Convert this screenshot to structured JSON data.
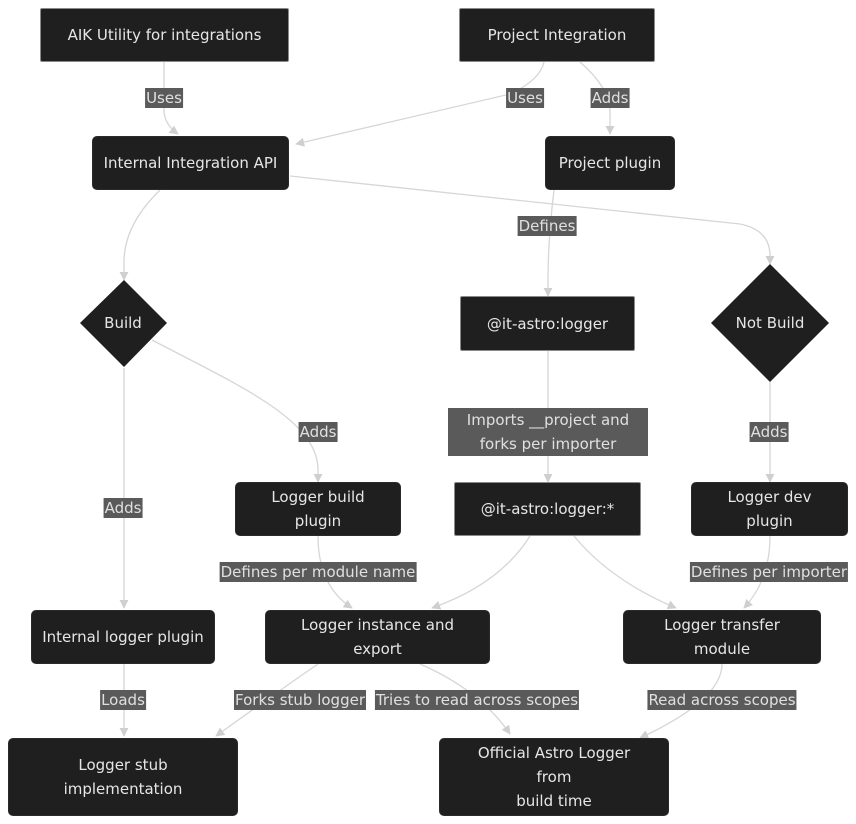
{
  "nodes": {
    "aik_utility": "AIK Utility for integrations",
    "project_integration": "Project Integration",
    "internal_api": "Internal Integration API",
    "project_plugin": "Project plugin",
    "build": "Build",
    "logger_module": "@it-astro:logger",
    "not_build": "Not Build",
    "logger_submodules": "@it-astro:logger:*",
    "logger_build_plugin": "Logger build plugin",
    "logger_dev_plugin": "Logger dev plugin",
    "internal_logger_plugin": "Internal logger plugin",
    "logger_instance": "Logger instance and export",
    "logger_transfer": "Logger transfer module",
    "logger_stub_line1": "Logger stub",
    "logger_stub_line2": "implementation",
    "official_logger_line1": "Official Astro Logger from",
    "official_logger_line2": "build time"
  },
  "edges": {
    "aik_uses": "Uses",
    "project_uses": "Uses",
    "project_adds": "Adds",
    "defines": "Defines",
    "build_adds_build_plugin": "Adds",
    "build_adds_internal": "Adds",
    "imports_line1": "Imports __project and",
    "imports_line2": "forks per importer",
    "notbuild_adds": "Adds",
    "defines_per_module": "Defines per module name",
    "defines_per_importer": "Defines per importer",
    "loads": "Loads",
    "forks_stub": "Forks stub logger",
    "tries_to_read": "Tries to read across scopes",
    "read_across": "Read across scopes"
  }
}
